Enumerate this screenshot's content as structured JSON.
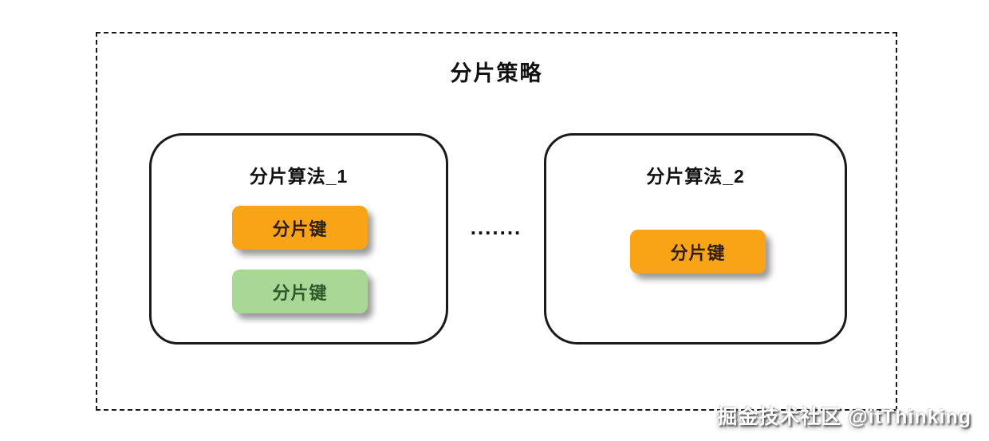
{
  "diagram": {
    "title": "分片策略",
    "dots": ".......",
    "groups": [
      {
        "label": "分片算法_1",
        "keys": [
          {
            "label": "分片键",
            "color": "orange"
          },
          {
            "label": "分片键",
            "color": "green"
          }
        ]
      },
      {
        "label": "分片算法_2",
        "keys": [
          {
            "label": "分片键",
            "color": "orange"
          }
        ]
      }
    ],
    "watermark": "掘金技术社区 @itThinking",
    "colors": {
      "orange": "#F9A415",
      "green": "#A9D796",
      "border": "#1a1a1a"
    }
  }
}
